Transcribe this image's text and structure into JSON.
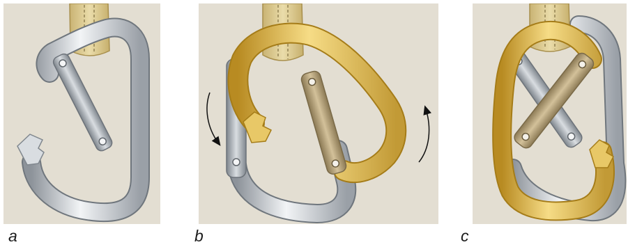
{
  "panels": [
    {
      "label": "a"
    },
    {
      "label": "b"
    },
    {
      "label": "c"
    }
  ],
  "colors": {
    "background": "#e3ded2",
    "silver": "#c3c7cc",
    "gold": "#dcb449",
    "gate_gold": "#b5a07a",
    "sling": "#e0cf96",
    "arrow": "#111111"
  },
  "icons": {
    "silver_carabiner": "silver-carabiner-icon",
    "gold_carabiner": "gold-carabiner-icon",
    "sling": "sling-icon",
    "rotation_arrow": "curved-arrow-icon"
  }
}
